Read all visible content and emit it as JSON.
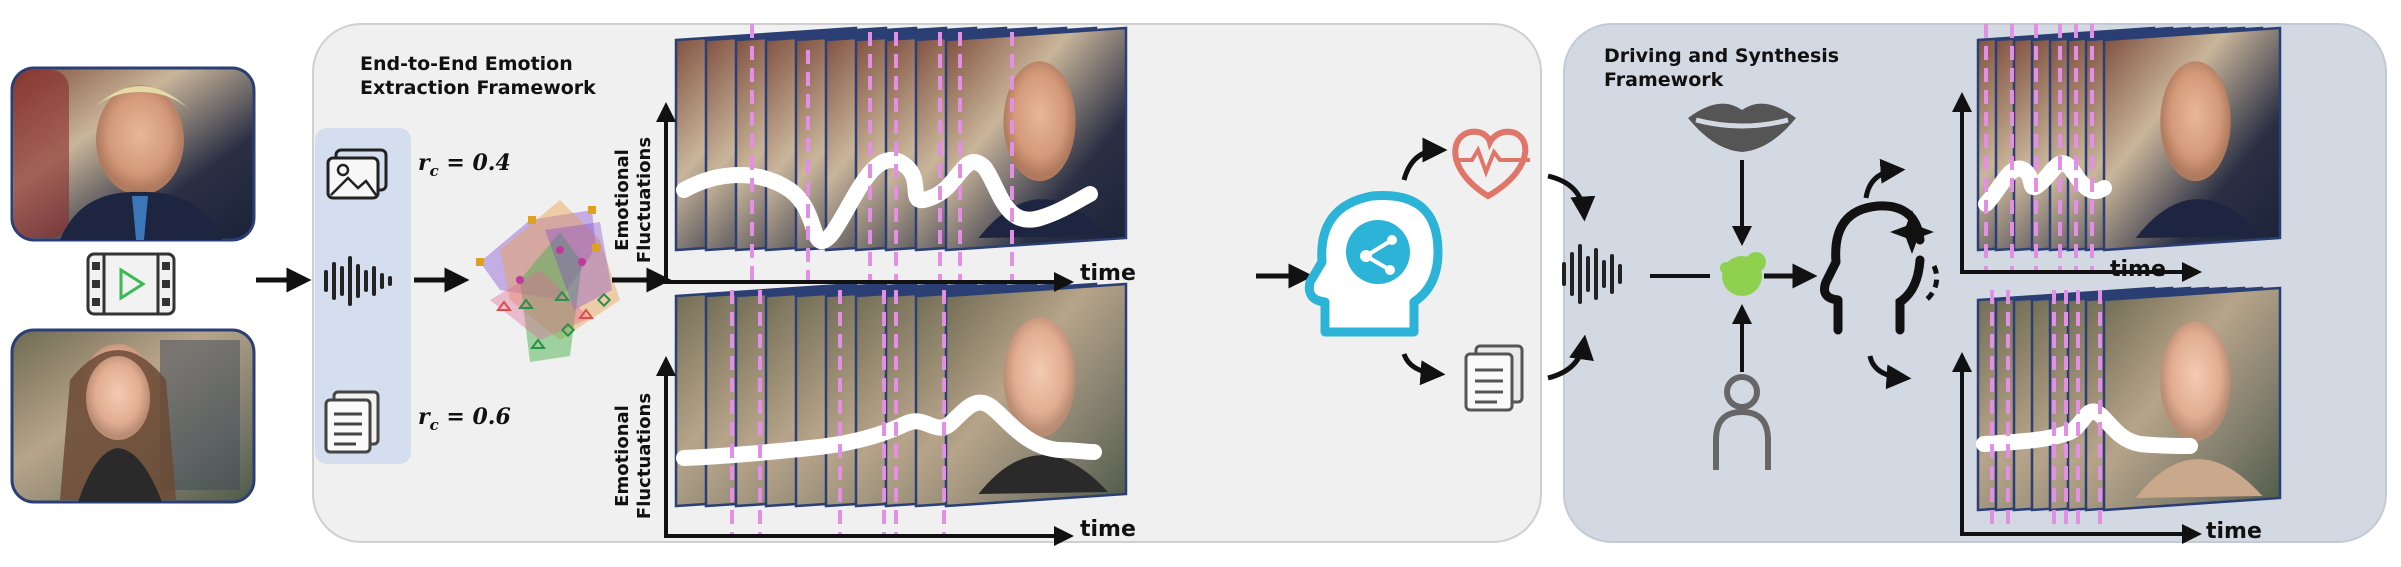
{
  "extraction_panel": {
    "title_line1": "End-to-End Emotion",
    "title_line2": "Extraction Framework"
  },
  "synthesis_panel": {
    "title_line1": "Driving and Synthesis",
    "title_line2": "Framework"
  },
  "coefficients": {
    "top": "r_c = 0.4",
    "top_sym": "r",
    "top_sub": "c",
    "top_val": " = 0.4",
    "bottom_sym": "r",
    "bottom_sub": "c",
    "bottom_val": " = 0.6"
  },
  "axes": {
    "ylabel_line1": "Emotional",
    "ylabel_line2": "Fluctuations",
    "xlabel": "time"
  },
  "icons": {
    "video": "video-play-icon",
    "image": "image-icon",
    "audio": "audio-wave-icon",
    "document": "document-icon",
    "radar": "radar-plot-icon",
    "head_ai": "ai-head-icon",
    "heart": "heartbeat-icon",
    "lips": "lips-icon",
    "person": "person-icon",
    "head_sparkle": "head-sparkle-icon"
  },
  "colors": {
    "extraction_panel_bg": "#f0f0f0",
    "synthesis_panel_bg": "#d3d9e3",
    "input_column_bg": "#d5deee",
    "marker_dashed": "#e48fe6",
    "curve": "#ffffff",
    "ai_head": "#2bb3d8",
    "heart": "#e0766a",
    "fusion_node": "#8fd14f",
    "frame_border": "#2b3f74"
  }
}
